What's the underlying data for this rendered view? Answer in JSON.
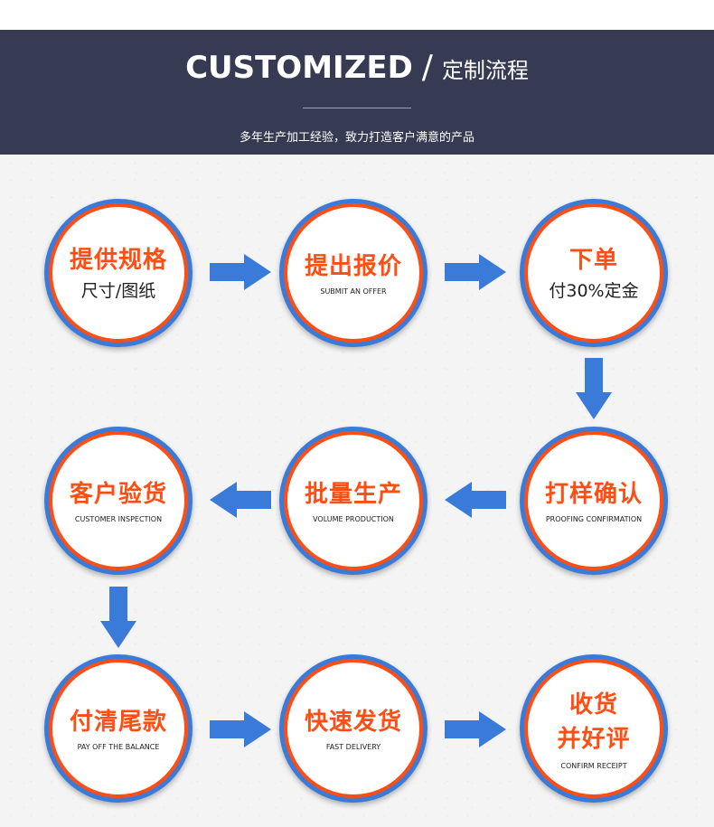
{
  "header": {
    "title_en": "CUSTOMIZED",
    "title_sep": "/",
    "title_cn": "定制流程",
    "subtitle": "多年生产加工经验，致力打造客户满意的产品"
  },
  "colors": {
    "banner": "#363a52",
    "accent_orange": "#ff4e14",
    "accent_blue": "#3a7ad9",
    "background": "#f4f4f4"
  },
  "steps": [
    {
      "cn": "提供规格",
      "sub_cn": "尺寸/图纸",
      "sub_en": ""
    },
    {
      "cn": "提出报价",
      "sub_cn": "",
      "sub_en": "SUBMIT AN OFFER"
    },
    {
      "cn": "下单",
      "sub_cn": "付30%定金",
      "sub_en": ""
    },
    {
      "cn": "打样确认",
      "sub_cn": "",
      "sub_en": "PROOFING CONFIRMATION"
    },
    {
      "cn": "批量生产",
      "sub_cn": "",
      "sub_en": "VOLUME PRODUCTION"
    },
    {
      "cn": "客户验货",
      "sub_cn": "",
      "sub_en": "CUSTOMER INSPECTION"
    },
    {
      "cn": "付清尾款",
      "sub_cn": "",
      "sub_en": "PAY OFF THE BALANCE"
    },
    {
      "cn": "快速发货",
      "sub_cn": "",
      "sub_en": "FAST DELIVERY"
    },
    {
      "cn": "收货",
      "cn2": "并好评",
      "sub_cn": "",
      "sub_en": "CONFIRM RECEIPT"
    }
  ],
  "arrows": [
    {
      "from": 1,
      "to": 2,
      "direction": "right"
    },
    {
      "from": 2,
      "to": 3,
      "direction": "right"
    },
    {
      "from": 3,
      "to": 4,
      "direction": "down"
    },
    {
      "from": 4,
      "to": 5,
      "direction": "left"
    },
    {
      "from": 5,
      "to": 6,
      "direction": "left"
    },
    {
      "from": 6,
      "to": 7,
      "direction": "down"
    },
    {
      "from": 7,
      "to": 8,
      "direction": "right"
    },
    {
      "from": 8,
      "to": 9,
      "direction": "right"
    }
  ]
}
